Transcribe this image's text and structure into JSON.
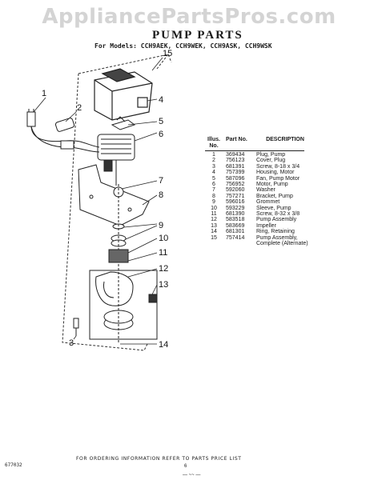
{
  "watermark": "AppliancePartsPros.com",
  "title": "PUMP PARTS",
  "models": "For Models: CCH9AEK, CCH9WEK, CCH9ASK, CCH9WSK",
  "callouts": [
    "15",
    "1",
    "2",
    "4",
    "5",
    "6",
    "7",
    "8",
    "9",
    "10",
    "11",
    "12",
    "13",
    "3",
    "14"
  ],
  "parts_table": {
    "headers": {
      "illus_no": "Illus. No.",
      "part_no": "Part No.",
      "description": "DESCRIPTION"
    },
    "rows": [
      {
        "illus": "1",
        "part": "369434",
        "desc": "Plug, Pump"
      },
      {
        "illus": "2",
        "part": "756123",
        "desc": "Cover, Plug"
      },
      {
        "illus": "3",
        "part": "681391",
        "desc": "Screw, 8-18 x 3/4"
      },
      {
        "illus": "4",
        "part": "757399",
        "desc": "Housing, Motor"
      },
      {
        "illus": "5",
        "part": "587096",
        "desc": "Fan, Pump Motor"
      },
      {
        "illus": "6",
        "part": "756952",
        "desc": "Motor, Pump"
      },
      {
        "illus": "7",
        "part": "592060",
        "desc": "Washer"
      },
      {
        "illus": "8",
        "part": "757271",
        "desc": "Bracket, Pump"
      },
      {
        "illus": "9",
        "part": "596016",
        "desc": "Grommet"
      },
      {
        "illus": "10",
        "part": "593229",
        "desc": "Sleeve, Pump"
      },
      {
        "illus": "11",
        "part": "681390",
        "desc": "Screw, 8-32 x 3/8"
      },
      {
        "illus": "12",
        "part": "583518",
        "desc": "Pump Assembly"
      },
      {
        "illus": "13",
        "part": "583669",
        "desc": "Impeller"
      },
      {
        "illus": "14",
        "part": "681301",
        "desc": "Ring, Retaining"
      },
      {
        "illus": "15",
        "part": "757414",
        "desc": "Pump Assembly, Complete (Alternate)"
      }
    ]
  },
  "footer": "FOR ORDERING INFORMATION REFER TO PARTS PRICE LIST",
  "doc_number": "677032",
  "page_number": "6",
  "bottom_mark": "— ~~ — "
}
